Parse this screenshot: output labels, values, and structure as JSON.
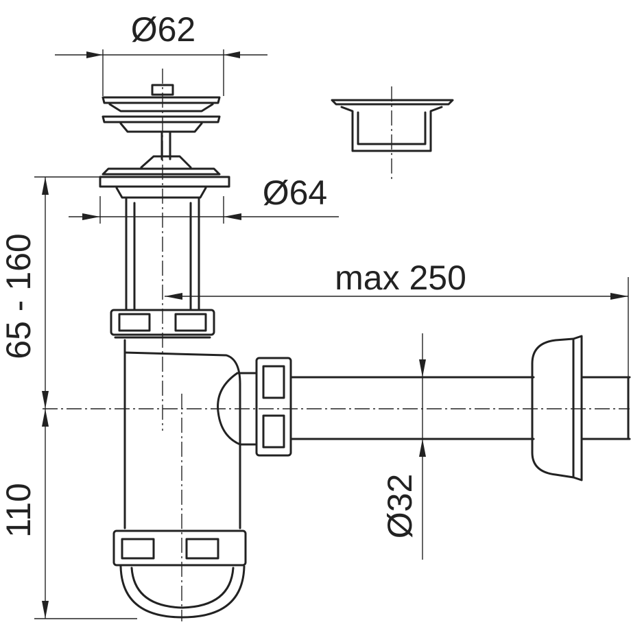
{
  "drawing": {
    "subject": "bottle-trap-siphon",
    "dimensions": {
      "waste_outlet_diameter": "Ø62",
      "flange_diameter": "Ø64",
      "height_range": "65 - 160",
      "lower_height": "110",
      "max_length": "max 250",
      "pipe_diameter": "Ø32"
    }
  }
}
